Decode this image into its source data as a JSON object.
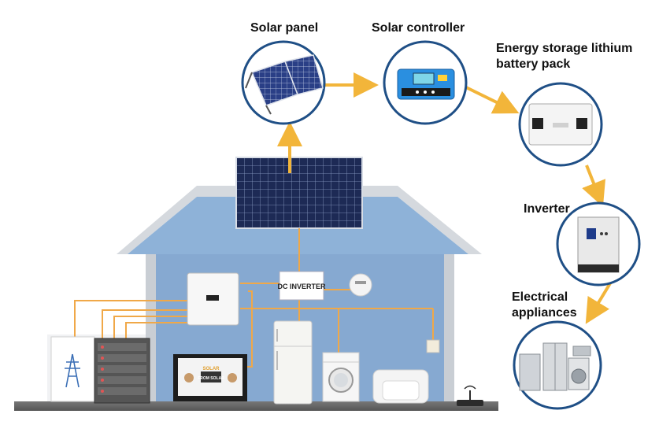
{
  "labels": {
    "solar_panel": "Solar panel",
    "solar_controller": "Solar controller",
    "battery_line1": "Energy storage lithium",
    "battery_line2": "battery pack",
    "inverter": "Inverter",
    "appliances_line1": "Electrical",
    "appliances_line2": "appliances"
  },
  "house": {
    "dc_inverter_text": "DC INVERTER",
    "tv_text_line1": "SOLAR",
    "tv_text_line2": "FROM SOLAR"
  },
  "colors": {
    "arrow": "#f2b53a",
    "house_wall": "#8cb0d6",
    "roof": "#8eb2d8",
    "circle_border": "#1f4f86",
    "wire": "#f0a848"
  }
}
